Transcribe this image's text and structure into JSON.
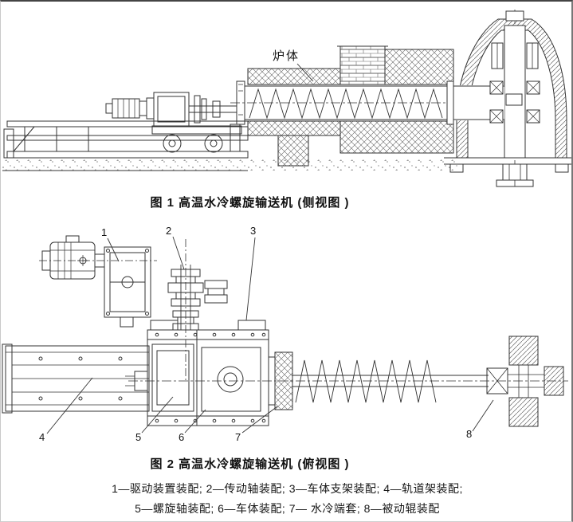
{
  "colors": {
    "ink": "#333333",
    "paper": "#ffffff",
    "hatch": "#666666"
  },
  "figure1": {
    "caption": "图 1  高温水冷螺旋输送机 (侧视图 )",
    "furnace_label": "炉体"
  },
  "figure2": {
    "caption": "图 2  高温水冷螺旋输送机 (俯视图 )",
    "part_labels": [
      "1",
      "2",
      "3",
      "4",
      "5",
      "6",
      "7",
      "8"
    ]
  },
  "legend": {
    "line1": "1—驱动装置装配; 2—传动轴装配; 3—车体支架装配; 4—轨道架装配;",
    "line2": "5—螺旋轴装配; 6—车体装配; 7— 水冷端套; 8—被动辊装配"
  }
}
